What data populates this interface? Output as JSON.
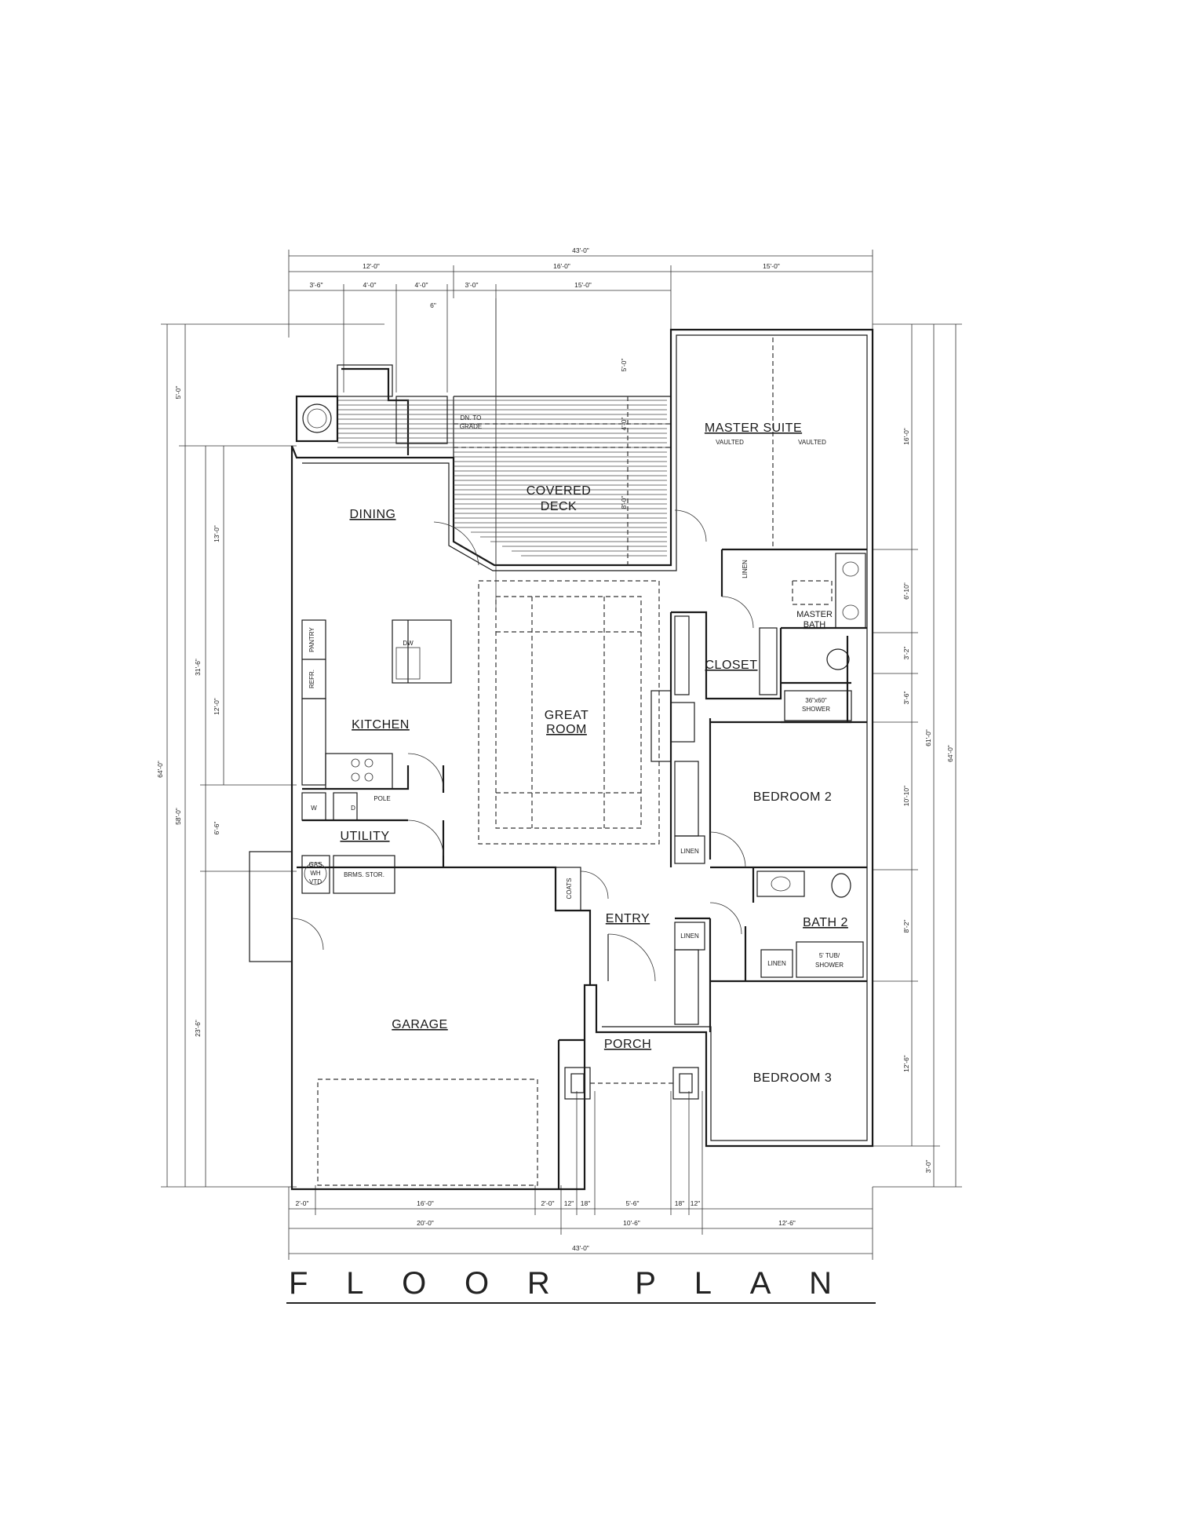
{
  "title": "FLOOR PLAN",
  "rooms": {
    "master_suite": "MASTER SUITE",
    "vaulted_left": "VAULTED",
    "vaulted_right": "VAULTED",
    "covered_deck_1": "COVERED",
    "covered_deck_2": "DECK",
    "dn_to_grade_1": "DN. TO",
    "dn_to_grade_2": "GRADE",
    "dining": "DINING",
    "kitchen": "KITCHEN",
    "great_room_1": "GREAT",
    "great_room_2": "ROOM",
    "closet": "CLOSET",
    "master_bath_1": "MASTER",
    "master_bath_2": "BATH",
    "shower_1": "36\"x60\"",
    "shower_2": "SHOWER",
    "linen_master": "LINEN",
    "bedroom2": "BEDROOM 2",
    "bath2": "BATH 2",
    "tub_1": "5' TUB/",
    "tub_2": "SHOWER",
    "linen_1": "LINEN",
    "linen_2": "LINEN",
    "linen_3": "LINEN",
    "utility": "UTILITY",
    "entry": "ENTRY",
    "coats": "COATS",
    "garage": "GARAGE",
    "porch": "PORCH",
    "bedroom3": "BEDROOM 3",
    "pantry": "PANTRY",
    "refr": "REFR.",
    "dw": "DW",
    "pole": "POLE",
    "washer": "W",
    "dryer": "D",
    "brms": "BRMS. STOR.",
    "gas_wh_1": "GAS",
    "gas_wh_2": "WH",
    "gas_wh_3": "VTD"
  },
  "dimensions": {
    "top_overall": "43'-0\"",
    "top_a": "12'-0\"",
    "top_b": "16'-0\"",
    "top_c": "15'-0\"",
    "top2_a": "3'-6\"",
    "top2_b": "4'-0\"",
    "top2_c": "4'-0\"",
    "top2_d": "3'-0\"",
    "top2_e": "15'-0\"",
    "six_in": "6\"",
    "deck_5": "5'-0\"",
    "deck_4": "4'-0\"",
    "deck_8": "8'-0\"",
    "left_5": "5'-0\"",
    "left_13": "13'-0\"",
    "left_31": "31'-6\"",
    "left_12": "12'-0\"",
    "left_64": "64'-0\"",
    "left_58": "58'-0\"",
    "left_66": "6'-6\"",
    "left_23": "23'-6\"",
    "right_16": "16'-0\"",
    "right_610": "6'-10\"",
    "right_32": "3'-2\"",
    "right_36": "3'-6\"",
    "right_61": "61'-0\"",
    "right_64": "64'-0\"",
    "right_1010": "10'-10\"",
    "right_82": "8'-2\"",
    "right_126": "12'-6\"",
    "right_30": "3'-0\"",
    "bot1_a": "2'-0\"",
    "bot1_b": "16'-0\"",
    "bot1_c": "2'-0\"",
    "bot1_d": "12\"",
    "bot1_e": "18\"",
    "bot1_f": "5'-6\"",
    "bot1_g": "18\"",
    "bot1_h": "12\"",
    "bot2_a": "20'-0\"",
    "bot2_b": "10'-6\"",
    "bot2_c": "12'-6\"",
    "bot3": "43'-0\""
  }
}
